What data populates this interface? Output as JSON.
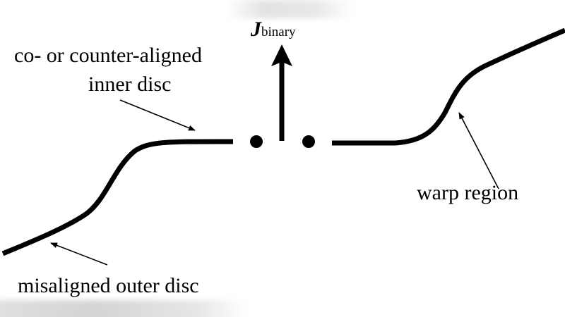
{
  "labels": {
    "co_counter_line1": "co- or counter-aligned",
    "co_counter_line2": "inner disc",
    "warp": "warp region",
    "misaligned": "misaligned outer disc",
    "j_symbol": "J",
    "j_subscript": "binary"
  }
}
